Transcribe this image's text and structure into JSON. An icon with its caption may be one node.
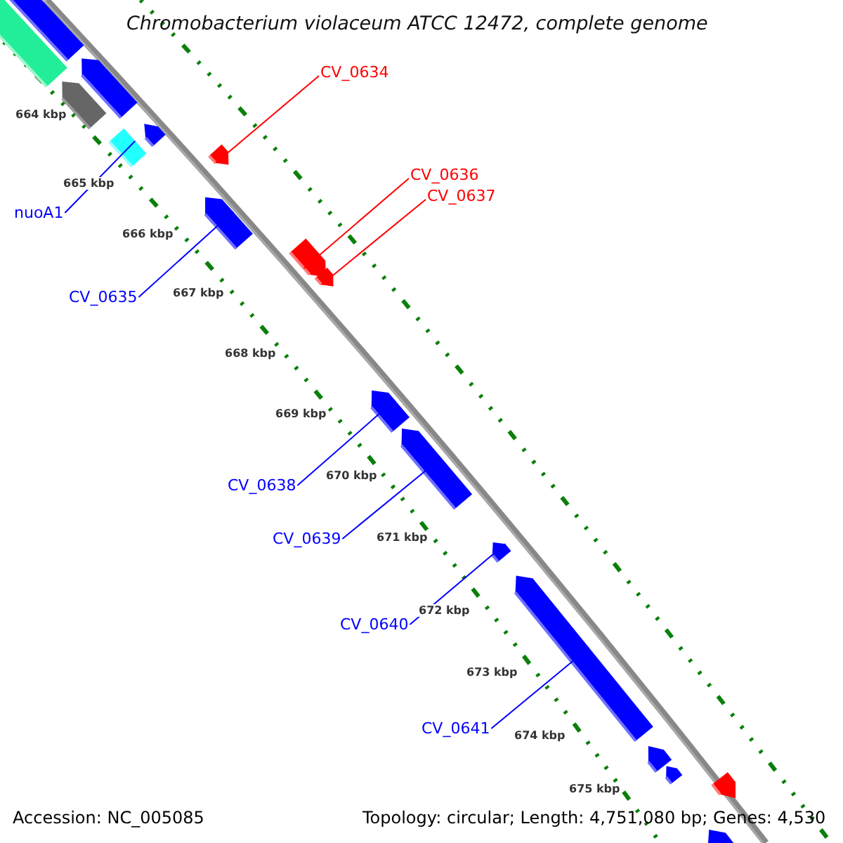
{
  "diagram": {
    "title": "Chromobacterium violaceum ATCC 12472, complete genome",
    "nodes": [
      {
        "text": [
          "CV_0634"
        ]
      },
      {
        "text": [
          "CV_0636"
        ]
      },
      {
        "text": [
          "CV_0637"
        ]
      },
      {
        "text": [
          "nuoA1"
        ]
      },
      {
        "text": [
          "CV_0635"
        ]
      },
      {
        "text": [
          "CV_0638"
        ]
      },
      {
        "text": [
          "CV_0639"
        ]
      },
      {
        "text": [
          "CV_0640"
        ]
      },
      {
        "text": [
          "CV_0641"
        ]
      },
      {
        "text": [],
        "shape": "arrow"
      },
      {
        "text": [],
        "shape": "arrow"
      },
      {
        "text": [],
        "shape": "arrow"
      },
      {
        "text": [],
        "shape": "box"
      },
      {
        "text": [],
        "shape": "arrow"
      },
      {
        "text": [],
        "shape": "arrow"
      },
      {
        "text": [],
        "shape": "arrow"
      },
      {
        "text": [],
        "shape": "arrow"
      },
      {
        "text": [],
        "shape": "arrow"
      },
      {
        "text": [],
        "shape": "arrow"
      },
      {
        "text": [],
        "shape": "arrow"
      },
      {
        "text": [],
        "shape": "arrow"
      },
      {
        "text": [],
        "shape": "arrow"
      },
      {
        "text": [],
        "shape": "arrow"
      },
      {
        "text": [],
        "shape": "arrow"
      },
      {
        "text": [],
        "shape": "arrow"
      },
      {
        "text": [],
        "shape": "arrow"
      },
      {
        "text": [],
        "shape": "arrow"
      }
    ],
    "edges": [
      {
        "from": 0,
        "to": 9,
        "arrow": "none",
        "color": "#ff0000"
      },
      {
        "from": 1,
        "to": 10,
        "arrow": "none",
        "color": "#ff0000"
      },
      {
        "from": 2,
        "to": 11,
        "arrow": "none",
        "color": "#ff0000"
      },
      {
        "from": 3,
        "to": 12,
        "arrow": "none"
      },
      {
        "from": 4,
        "to": 13,
        "arrow": "none"
      },
      {
        "from": 5,
        "to": 14,
        "arrow": "none"
      },
      {
        "from": 6,
        "to": 15,
        "arrow": "none"
      },
      {
        "from": 7,
        "to": 16,
        "arrow": "none"
      },
      {
        "from": 8,
        "to": 17,
        "arrow": "none"
      }
    ],
    "labels": [
      "664 kbp",
      "665 kbp",
      "666 kbp",
      "667 kbp",
      "668 kbp",
      "669 kbp",
      "670 kbp",
      "671 kbp",
      "672 kbp",
      "673 kbp",
      "674 kbp",
      "675 kbp",
      "Accession: NC_005085",
      "Topology: circular; Length: 4,751,080 bp; Genes: 4,530"
    ]
  }
}
